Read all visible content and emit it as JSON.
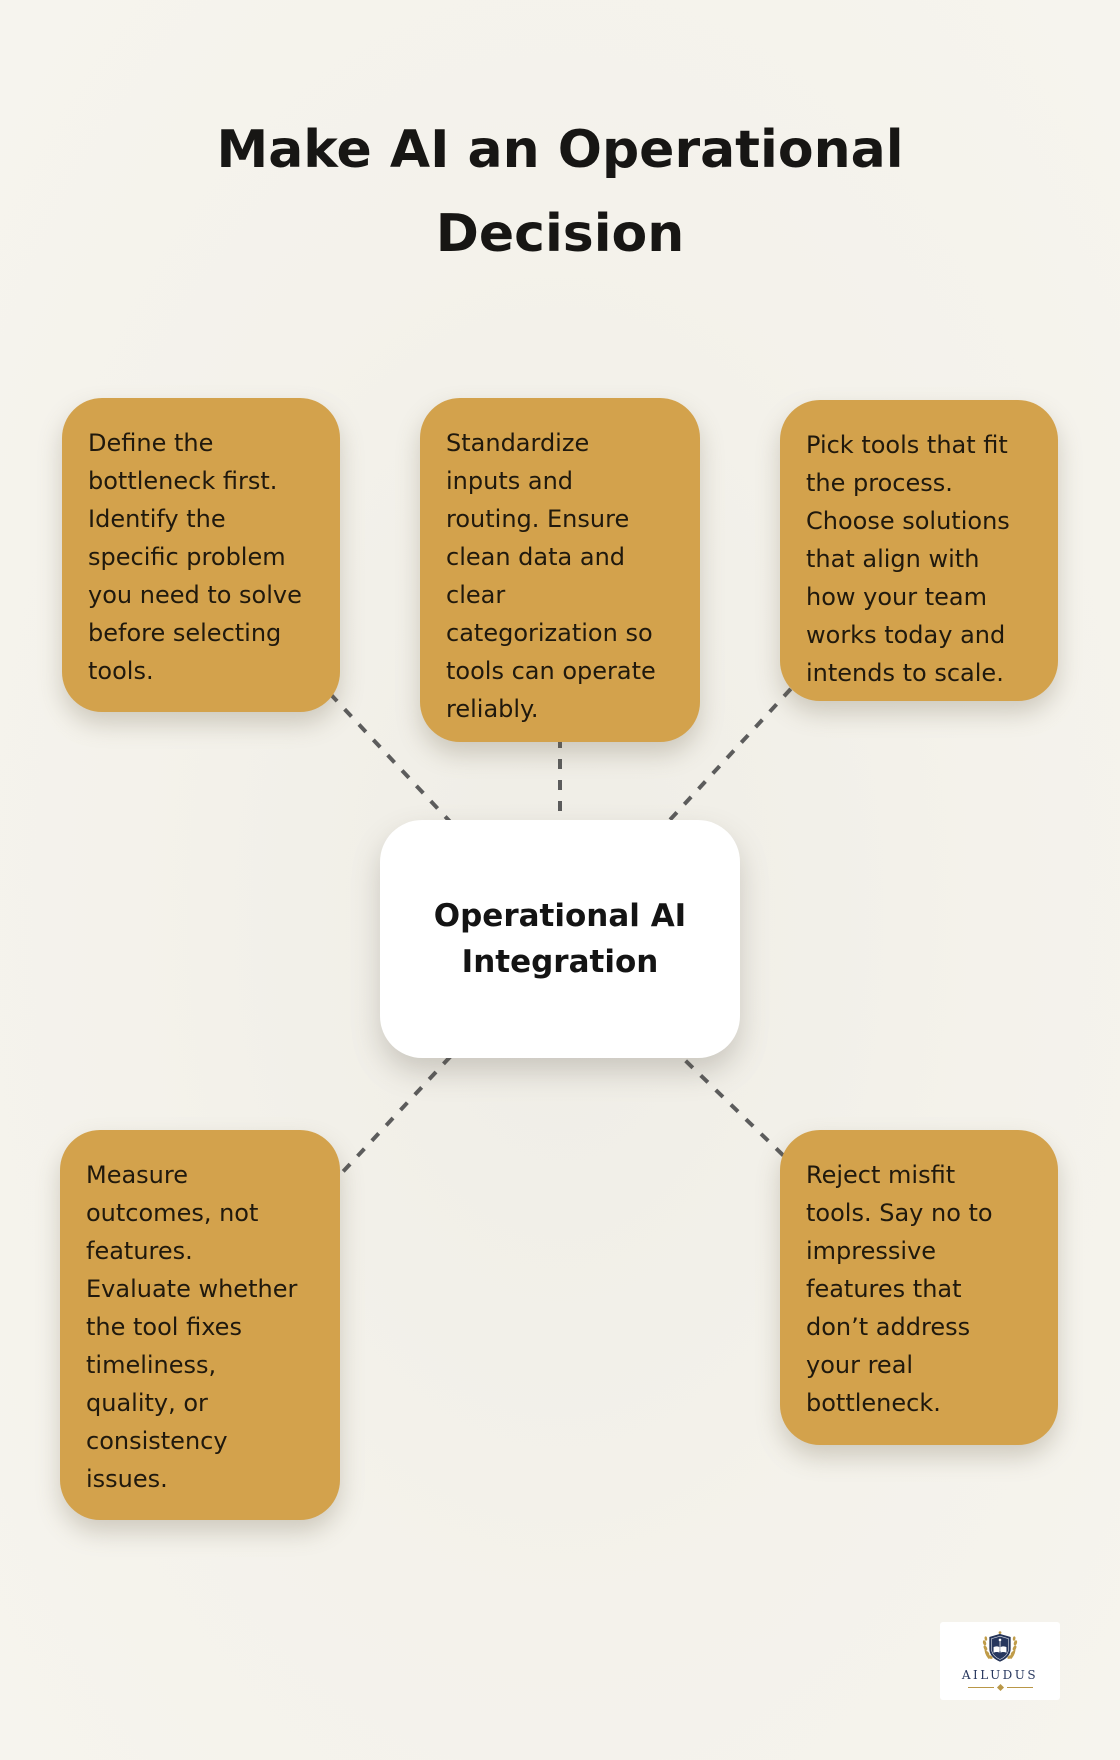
{
  "title": "Make AI an Operational\nDecision",
  "center": {
    "label": "Operational AI\nIntegration"
  },
  "nodes": [
    {
      "id": "define-bottleneck",
      "text": "Define the\nbottleneck first.\nIdentify the\nspecific problem\nyou need to solve\nbefore selecting\ntools."
    },
    {
      "id": "standardize-inputs",
      "text": "Standardize\ninputs and\nrouting. Ensure\nclean data and\nclear\ncategorization so\ntools can operate\nreliably."
    },
    {
      "id": "pick-tools",
      "text": "Pick tools that fit\nthe process.\nChoose solutions\nthat align with\nhow your team\nworks today and\nintends to scale."
    },
    {
      "id": "measure-outcomes",
      "text": "Measure\noutcomes, not\nfeatures.\nEvaluate whether\nthe tool fixes\ntimeliness,\nquality, or\nconsistency\nissues."
    },
    {
      "id": "reject-misfit",
      "text": "Reject misfit\ntools. Say no to\nimpressive\nfeatures that\ndon’t address\nyour real\nbottleneck."
    }
  ],
  "logo": {
    "brand": "AILUDUS"
  },
  "colors": {
    "background": "#f4f2eb",
    "card": "#d3a24c",
    "center_node": "#ffffff",
    "connector": "#5c5c5c",
    "text": "#20190d",
    "logo_navy": "#27375e",
    "logo_gold": "#b99747"
  }
}
